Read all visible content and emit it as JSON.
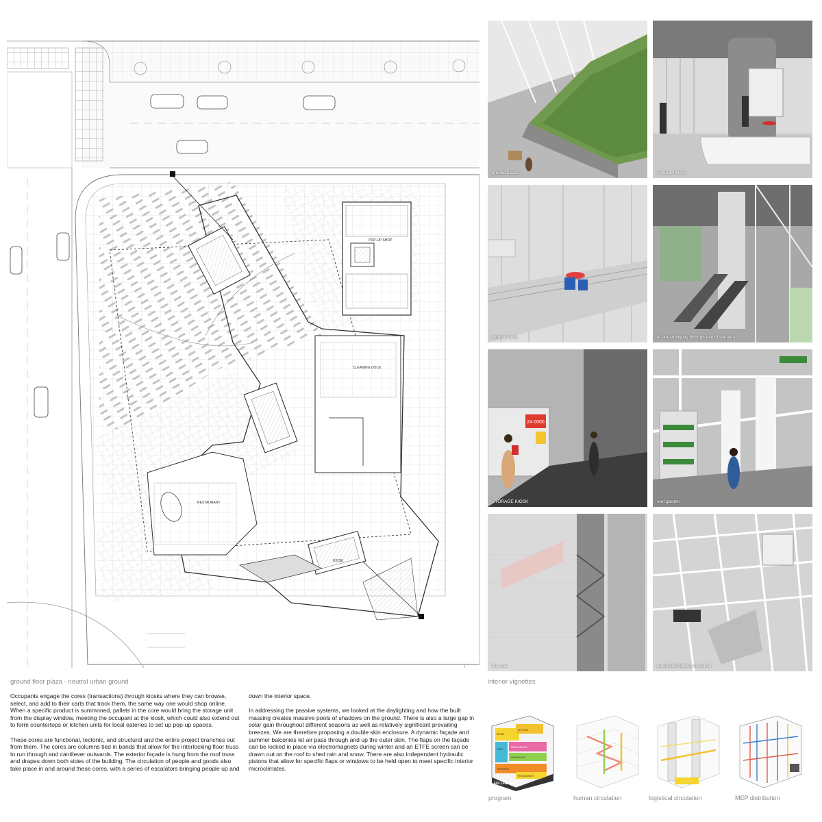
{
  "plan": {
    "caption": "ground floor plaza - neutral urban ground",
    "labels": {
      "popup": "POP-UP SHOP",
      "cleaning": "CLEANING DOCK",
      "kiosk": "KIOSK",
      "restaurant": "RESTAURANT"
    }
  },
  "vignettes": {
    "caption": "interior vignettes",
    "items": [
      {
        "label": "ground plaza"
      },
      {
        "label": "resturant kiosk"
      },
      {
        "label": "exterior ramp"
      },
      {
        "label": "in-out ambiguity through use of shutters"
      },
      {
        "label": "STORAGE KIOSK"
      },
      {
        "label": "roof garden"
      },
      {
        "label": "fire stair"
      },
      {
        "label": "automated fulfillment center"
      }
    ],
    "sign_text": "24·0000"
  },
  "text": {
    "col1_p1": "Occupants engage the cores (transactions) through kiosks where they can browse, select, and add to their carts that track them, the same way one would shop online. When a specific product is summoned, pallets in the core would bring the storage unit from the display window, meeting the occupant at the kiosk, which could also extend out to form countertops or kitchen units for local eateries to set up pop-up spaces.",
    "col1_p2": "These cores are functional, tectonic, and structural and the entire project branches out from them. The cores are columns tied in bands that allow for the interlocking floor truss to run through and cantilever outwards. The exterior façade is hung from the roof truss and drapes down both sides of the building. The circulation of people and goods also take place in and around these cores, with a series of escalators bringing people up and",
    "col2_p1": "down the interior space.",
    "col2_p2": "In addressing the passive systems, we looked at the daylighting and how the built massing creates massive pools of shadows on the ground. There is also a large gap in solar gain throughout different seasons as well as relatively significant prevailing breezes. We are therefore proposing a double skin enclosure. A dynamic façade and summer balconies let air pass through and up the outer skin. The flaps on the façade can be locked in place via electromagnets during winter and an ETFE screen can be drawn out on the roof to shed rain and snow. There are also independent hydraulic pistons that allow for specific flaps or windows to be held open to meet specific interior microclimates."
  },
  "diagrams": {
    "items": [
      {
        "label": "program"
      },
      {
        "label": "human circulation"
      },
      {
        "label": "logistical circulation"
      },
      {
        "label": "MEP distribution"
      }
    ],
    "program_tags": [
      "KITCHEN",
      "RESTAURANT",
      "WORKSHOP",
      "STORAGE",
      "RETAIL",
      "CAFE",
      "FULLFILLMENT",
      "RESTAURANT"
    ]
  }
}
